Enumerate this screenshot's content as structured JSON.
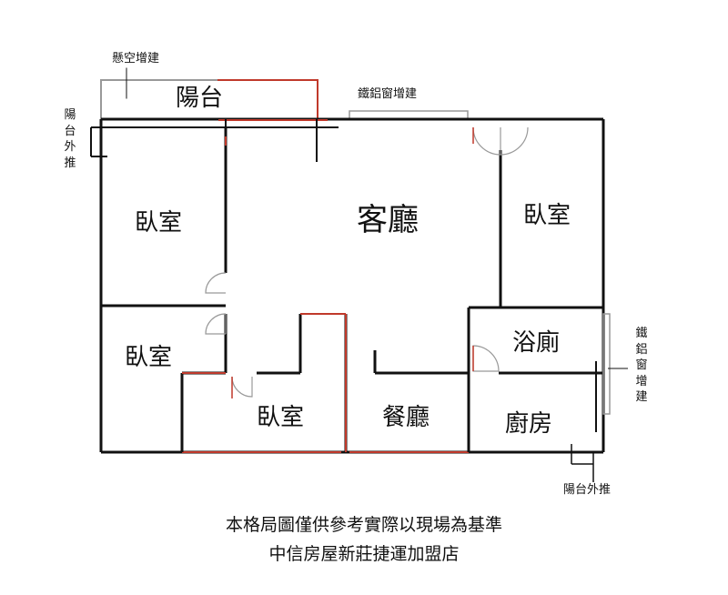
{
  "rooms": {
    "balcony": "陽台",
    "living_room": "客廳",
    "bedroom_top_left": "臥室",
    "bedroom_top_right": "臥室",
    "bedroom_bottom_left": "臥室",
    "bedroom_bottom_center": "臥室",
    "bathroom": "浴廁",
    "dining_room": "餐廳",
    "kitchen": "廚房"
  },
  "annotations": {
    "cantilever_addition": "懸空增建",
    "iron_aluminum_window_top": "鐵鋁窗增建",
    "iron_aluminum_window_right": "鐵鋁窗增建",
    "balcony_push_out_left": "陽台外推",
    "balcony_push_out_bottom": "陽台外推"
  },
  "footer": {
    "disclaimer": "本格局圖僅供參考實際以現場為基準",
    "agency": "中信房屋新莊捷運加盟店"
  },
  "colors": {
    "wall": "#111111",
    "accent_red": "#c0392b",
    "window_gray": "#999999"
  }
}
